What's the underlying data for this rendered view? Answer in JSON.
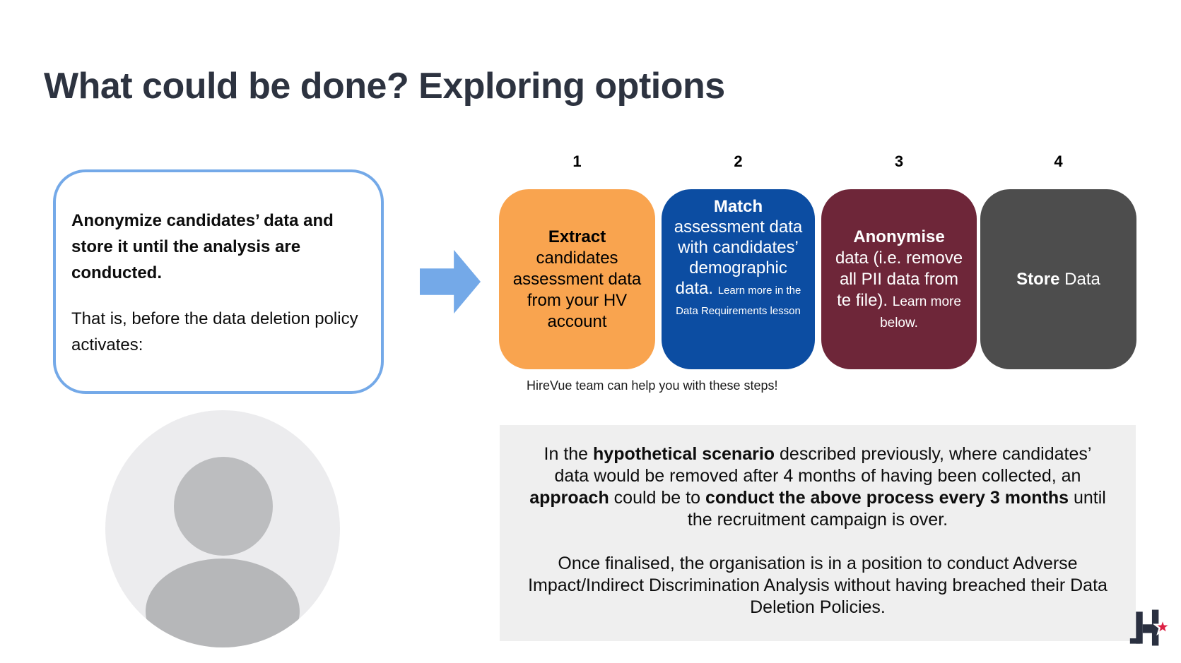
{
  "title": "What could be done? Exploring options",
  "colors": {
    "accent_blue": "#74a9e8",
    "step1_bg": "#f9a44f",
    "step2_bg": "#0c4da2",
    "step3_bg": "#6e2639",
    "step4_bg": "#4d4d4d",
    "step1_fg": "#000000",
    "step_light_fg": "#ffffff",
    "panel_bg": "#efefef",
    "logo_navy": "#2a3040",
    "logo_red": "#dc2144"
  },
  "callout": {
    "heading": "Anonymize candidates’ data and store it until the analysis are conducted.",
    "body": "That is, before the data deletion policy activates:"
  },
  "icons": {
    "arrow": "arrow-right-block",
    "logo": "hirevue-logo",
    "avatar": "person-silhouette"
  },
  "steps": {
    "items": [
      {
        "number": "1",
        "title": "Extract",
        "body": "candidates assessment data from your HV account",
        "note": ""
      },
      {
        "number": "2",
        "title": "Match",
        "body": "assessment data with candidates’ demographic data.",
        "note": "Learn more in the Data Requirements lesson"
      },
      {
        "number": "3",
        "title": "Anonymise",
        "body": "data (i.e. remove all PII data from te file).",
        "note": "Learn more below."
      },
      {
        "number": "4",
        "title": "Store",
        "body": "Data",
        "note": ""
      }
    ],
    "caption": "HireVue team can help you with these steps!"
  },
  "scenario": {
    "p1": [
      {
        "text": "In the ",
        "bold": false
      },
      {
        "text": "hypothetical scenario",
        "bold": true
      },
      {
        "text": " described previously, where candidates’ data would be removed after 4 months of having been collected, an ",
        "bold": false
      },
      {
        "text": "approach",
        "bold": true
      },
      {
        "text": " could be to ",
        "bold": false
      },
      {
        "text": "conduct the above process every 3 months",
        "bold": true
      },
      {
        "text": " until the recruitment campaign is over.",
        "bold": false
      }
    ],
    "p2": "Once finalised, the organisation is in a position to conduct Adverse Impact/Indirect Discrimination Analysis without having breached their Data Deletion Policies."
  }
}
